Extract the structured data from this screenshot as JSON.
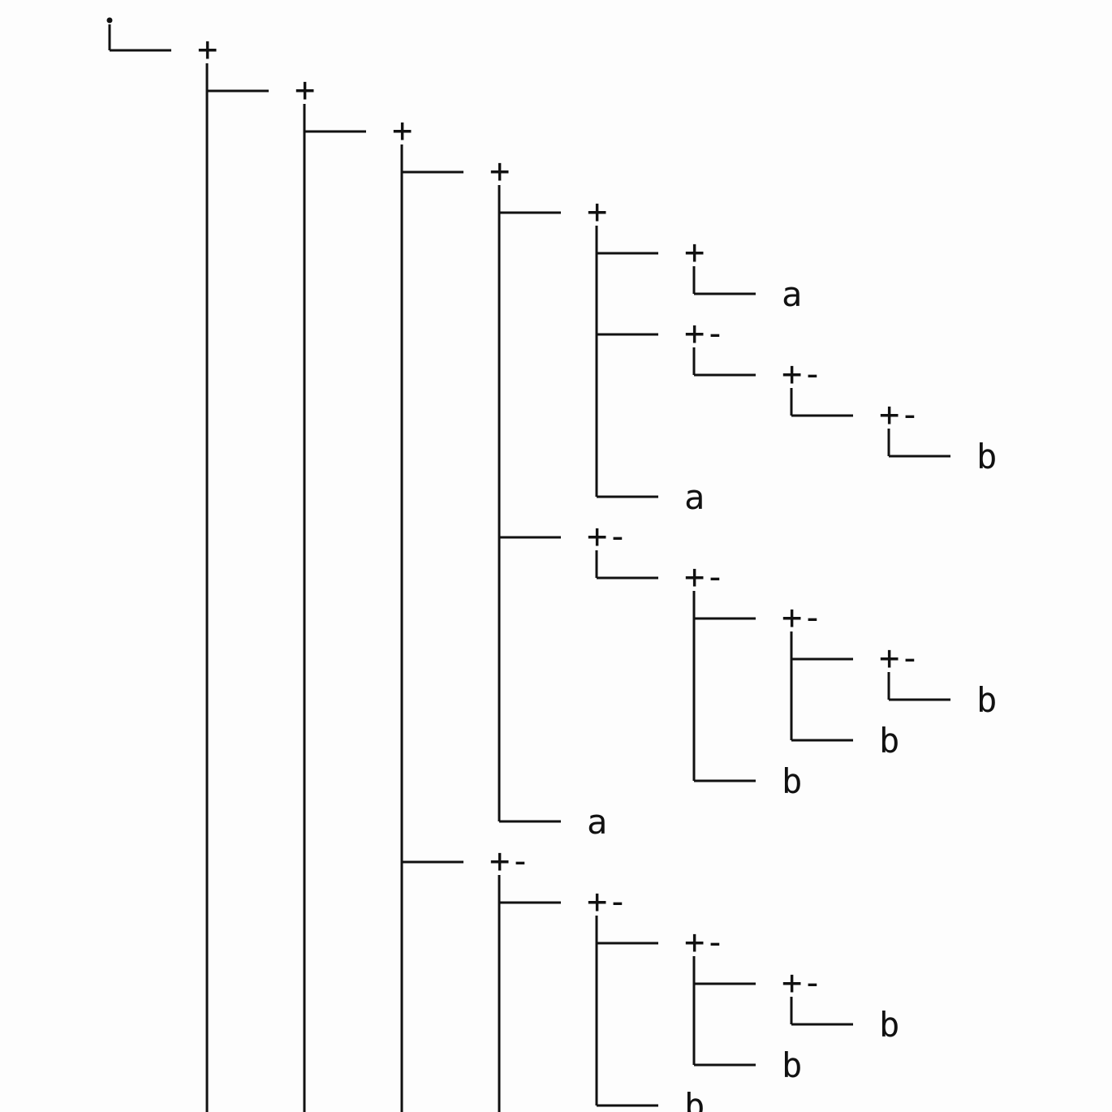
{
  "tree": {
    "root_label": "•",
    "rows": [
      {
        "depth": 1,
        "label": "+"
      },
      {
        "depth": 2,
        "label": "+"
      },
      {
        "depth": 3,
        "label": "+"
      },
      {
        "depth": 4,
        "label": "+"
      },
      {
        "depth": 5,
        "label": "+"
      },
      {
        "depth": 6,
        "label": "+"
      },
      {
        "depth": 7,
        "label": "a"
      },
      {
        "depth": 6,
        "label": "+-"
      },
      {
        "depth": 7,
        "label": "+-"
      },
      {
        "depth": 8,
        "label": "+-"
      },
      {
        "depth": 9,
        "label": "b"
      },
      {
        "depth": 6,
        "label": "a"
      },
      {
        "depth": 5,
        "label": "+-"
      },
      {
        "depth": 6,
        "label": "+-"
      },
      {
        "depth": 7,
        "label": "+-"
      },
      {
        "depth": 8,
        "label": "+-"
      },
      {
        "depth": 9,
        "label": "b"
      },
      {
        "depth": 8,
        "label": "b"
      },
      {
        "depth": 7,
        "label": "b"
      },
      {
        "depth": 5,
        "label": "a"
      },
      {
        "depth": 4,
        "label": "+-"
      },
      {
        "depth": 5,
        "label": "+-"
      },
      {
        "depth": 6,
        "label": "+-"
      },
      {
        "depth": 7,
        "label": "+-"
      },
      {
        "depth": 8,
        "label": "b"
      },
      {
        "depth": 7,
        "label": "b"
      },
      {
        "depth": 6,
        "label": "b"
      }
    ],
    "depths_continuing_below": [
      2,
      3,
      4,
      5
    ],
    "line_color": "#111111"
  }
}
